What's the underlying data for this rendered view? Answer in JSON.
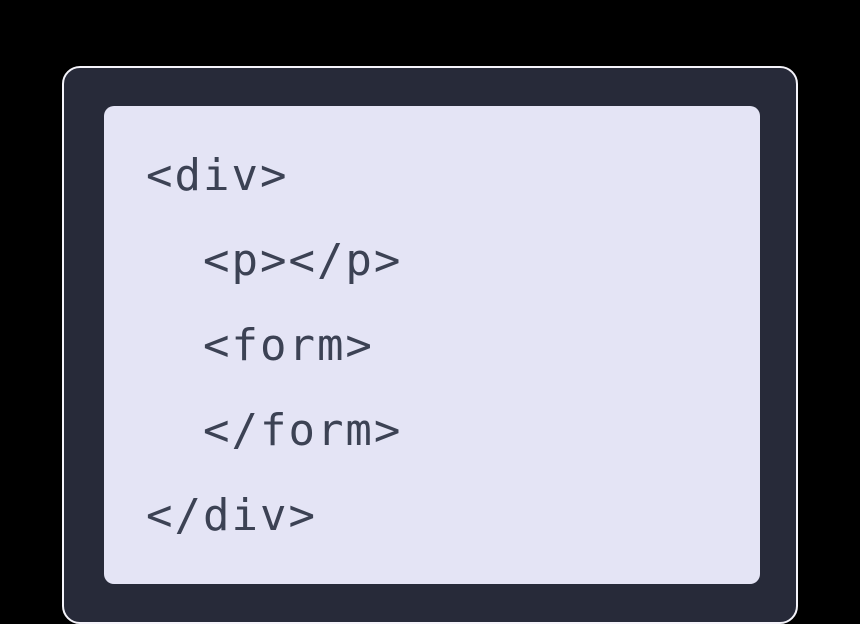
{
  "window": {
    "background_color": "#000000",
    "card_color": "#272a39",
    "card_border_color": "#f5f4fb",
    "panel_color": "#e4e4f5",
    "code_text_color": "#3c4254"
  },
  "code": {
    "language": "html",
    "lines": [
      {
        "text": "<div>"
      },
      {
        "text": "  <p></p>"
      },
      {
        "text": "  <form>"
      },
      {
        "text": "  </form>"
      },
      {
        "text": "</div>"
      }
    ]
  }
}
